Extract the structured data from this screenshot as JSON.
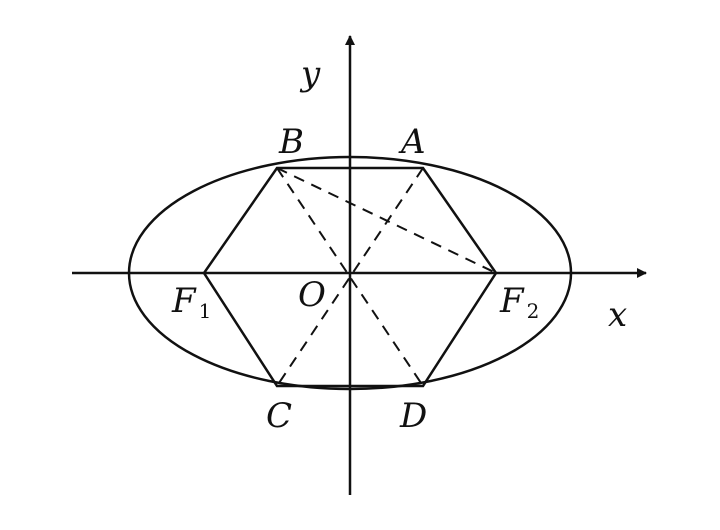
{
  "axes": {
    "x_label": "x",
    "y_label": "y"
  },
  "points": {
    "A": "A",
    "B": "B",
    "C": "C",
    "D": "D",
    "O": "O",
    "F1": {
      "letter": "F",
      "sub": "1"
    },
    "F2": {
      "letter": "F",
      "sub": "2"
    }
  },
  "colors": {
    "stroke": "#111111",
    "background": "#ffffff"
  }
}
